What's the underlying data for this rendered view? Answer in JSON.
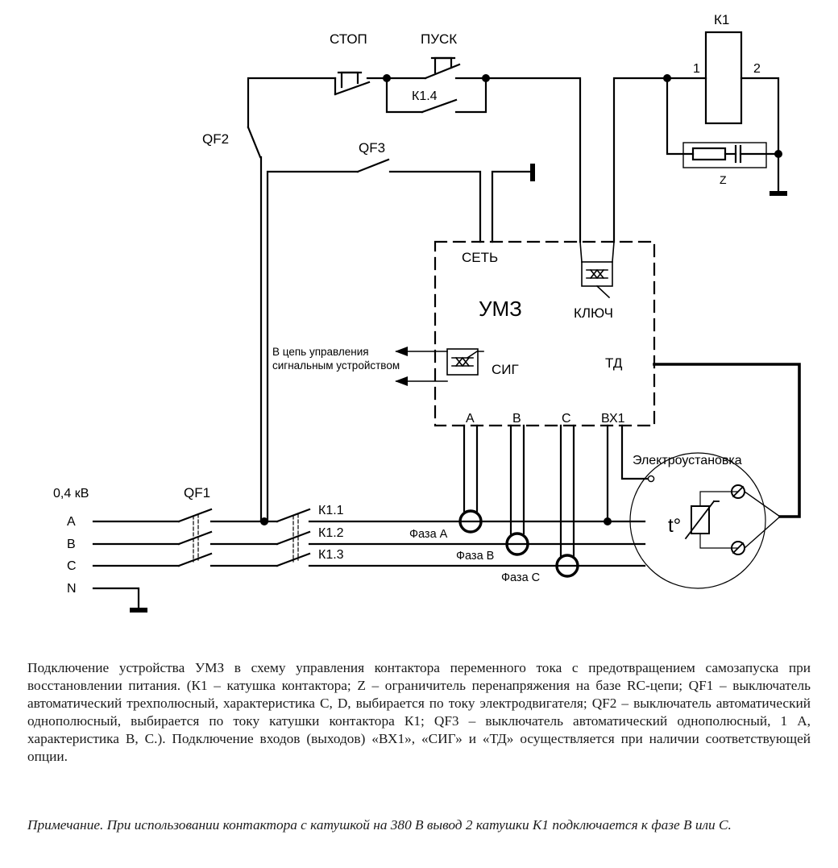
{
  "labels": {
    "stop": "СТОП",
    "start": "ПУСК",
    "k1": "К1",
    "coil_pin1": "1",
    "coil_pin2": "2",
    "k1_4": "К1.4",
    "qf2": "QF2",
    "qf3": "QF3",
    "z": "Z",
    "net": "СЕТЬ",
    "umz": "УМЗ",
    "key": "КЛЮЧ",
    "sig": "СИГ",
    "td": "ТД",
    "signal_line1": "В цепь управления",
    "signal_line2": "сигнальным устройством",
    "input_a": "А",
    "input_b": "В",
    "input_c": "С",
    "input_vx1": "ВХ1",
    "installation": "Электроустановка",
    "voltage": "0,4 кВ",
    "qf1": "QF1",
    "line_a": "А",
    "line_b": "В",
    "line_c": "С",
    "line_n": "N",
    "k1_1": "К1.1",
    "k1_2": "К1.2",
    "k1_3": "К1.3",
    "phase_a": "Фаза А",
    "phase_b": "Фаза В",
    "phase_c": "Фаза С",
    "thermistor": "t°"
  },
  "caption": "Подключение устройства УМЗ в схему управления контактора переменного тока с предотвращением самозапуска при восстановлении питания. (К1 – катушка контактора; Z – ограничитель перенапряжения на базе RC-цепи; QF1 – выключатель автоматический трехполюсный, характеристика С, D, выбирается по току электродвигателя; QF2 – выключатель автоматический однополюсный, выбирается по току катушки контактора К1; QF3 – выключатель автоматический однополюсный, 1 А, характеристика В, С.). Подключение входов (выходов) «ВХ1», «СИГ» и «ТД» осуществляется при наличии соответствующей опции.",
  "note": "Примечание. При использовании контактора с катушкой на 380 В вывод 2 катушки К1 подключается к фазе В или С."
}
